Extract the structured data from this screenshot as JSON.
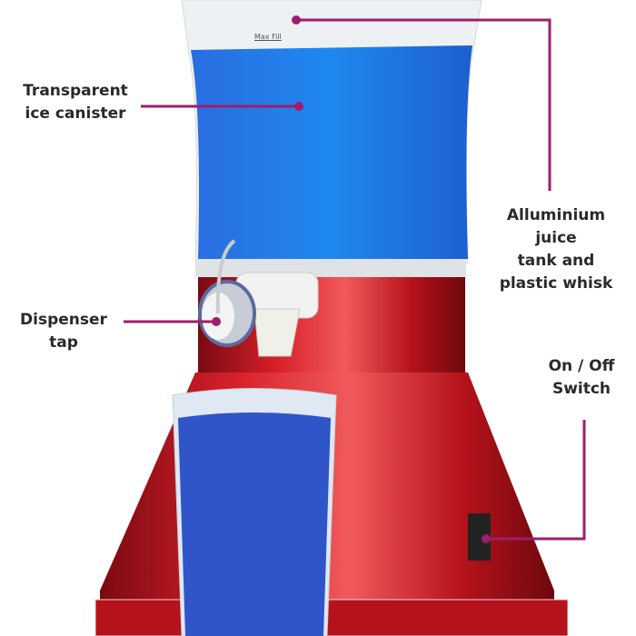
{
  "product_markings": {
    "max_fill": "Max Fill"
  },
  "callouts": [
    {
      "lines": [
        "Transparent",
        "ice canister"
      ]
    },
    {
      "lines": [
        "Alluminium",
        "juice",
        "tank and",
        "plastic whisk"
      ]
    },
    {
      "lines": [
        "Dispenser",
        "tap"
      ]
    },
    {
      "lines": [
        "On / Off",
        "Switch"
      ]
    }
  ],
  "colors": {
    "callout": "#9c1e6e",
    "slush": "#1f6fe0",
    "body": "#c0141c"
  }
}
